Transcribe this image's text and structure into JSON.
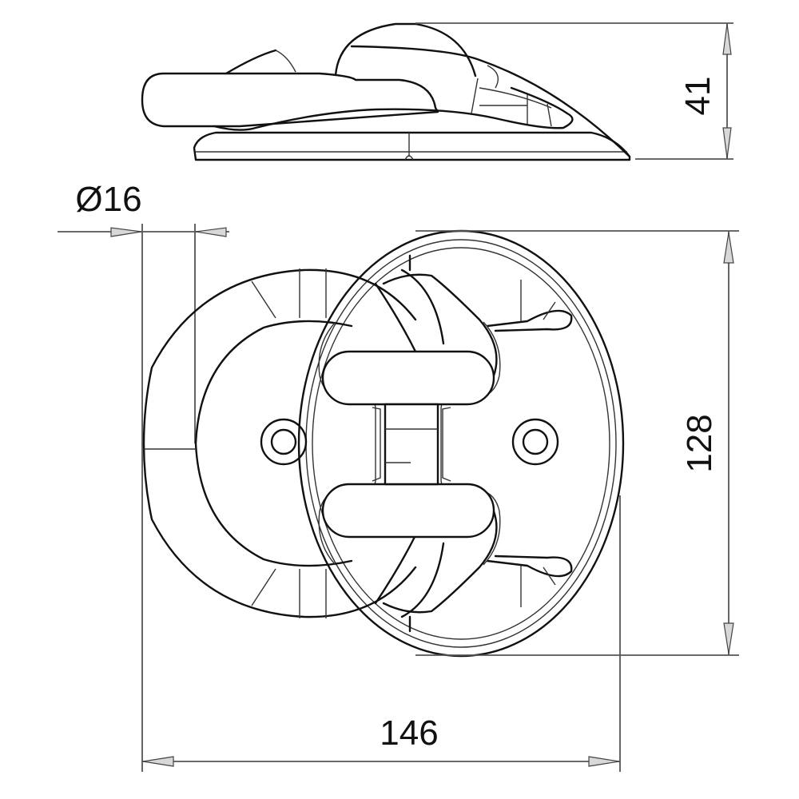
{
  "drawing": {
    "subject": "Folding pad eye / swivel deck ring fitting",
    "views": [
      {
        "name": "side-view",
        "label": ""
      },
      {
        "name": "top-view",
        "label": ""
      }
    ]
  },
  "dimensions": {
    "height": {
      "value": "41",
      "orientation": "vertical",
      "applies_to": "side-view"
    },
    "ring_diameter": {
      "value": "Ø16",
      "orientation": "horizontal",
      "applies_to": "top-view ring bar"
    },
    "base_height": {
      "value": "128",
      "orientation": "vertical",
      "applies_to": "top-view"
    },
    "overall_width": {
      "value": "146",
      "orientation": "horizontal",
      "applies_to": "top-view"
    }
  },
  "colors": {
    "line": "#111111",
    "dimension_line": "#555555",
    "arrow_fill": "#d8d8d8",
    "background": "#ffffff"
  }
}
